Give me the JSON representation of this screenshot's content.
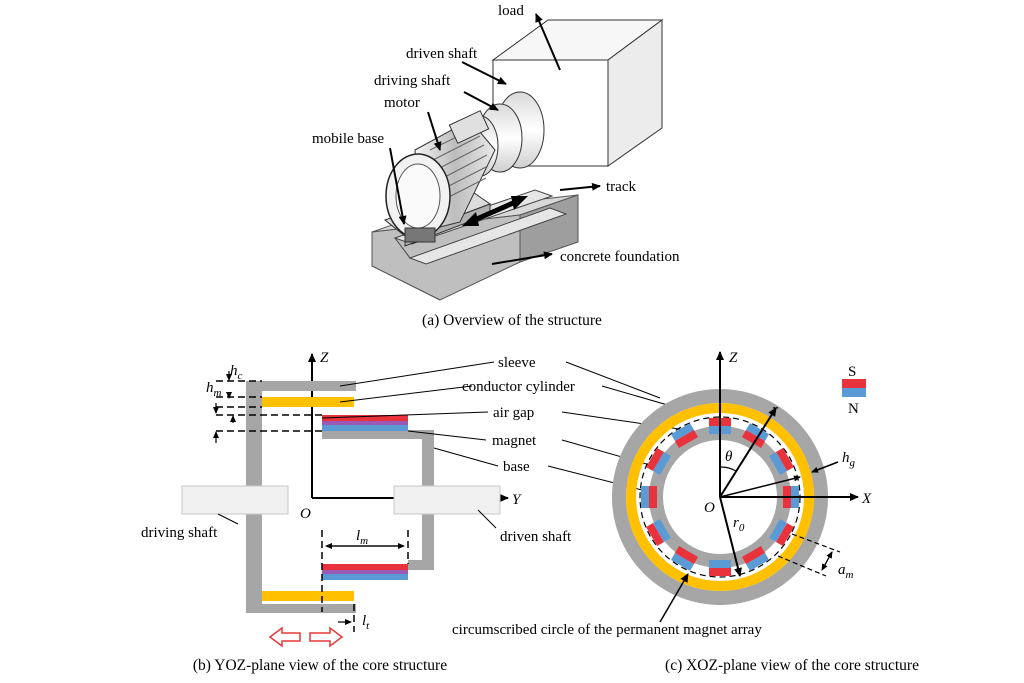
{
  "panel_a": {
    "caption": "(a) Overview of the structure",
    "labels": {
      "load": "load",
      "driven_shaft": "driven shaft",
      "driving_shaft": "driving shaft",
      "motor": "motor",
      "mobile_base": "mobile base",
      "track": "track",
      "concrete_foundation": "concrete foundation"
    }
  },
  "panel_b": {
    "caption": "(b) YOZ-plane view of the core structure",
    "axes": {
      "z": "Z",
      "y": "Y",
      "origin": "O"
    },
    "symbols": {
      "hc": "h",
      "hc_sub": "c",
      "hm": "h",
      "hm_sub": "m",
      "lm": "l",
      "lm_sub": "m",
      "lt": "l",
      "lt_sub": "t"
    },
    "labels": {
      "sleeve": "sleeve",
      "conductor_cylinder": "conductor cylinder",
      "air_gap": "air gap",
      "magnet": "magnet",
      "base": "base",
      "driving_shaft": "driving shaft",
      "driven_shaft": "driven shaft"
    }
  },
  "panel_c": {
    "caption": "(c) XOZ-plane view of the core structure",
    "axes": {
      "z": "Z",
      "x": "X",
      "origin": "O"
    },
    "symbols": {
      "r": "r",
      "theta": "θ",
      "r0": "r",
      "r0_sub": "0",
      "hg": "h",
      "hg_sub": "g",
      "am": "a",
      "am_sub": "m"
    },
    "legend": {
      "s": "S",
      "n": "N"
    },
    "labels": {
      "circumscribed": "circumscribed circle of the permanent magnet array"
    }
  },
  "colors": {
    "sleeve": "#a6a6a6",
    "conductor": "#ffc000",
    "magnet_red": "#e8323c",
    "magnet_blue": "#5b9bd5",
    "arrow_outline": "#e53935",
    "shaft_fill": "#f0f0f0"
  }
}
